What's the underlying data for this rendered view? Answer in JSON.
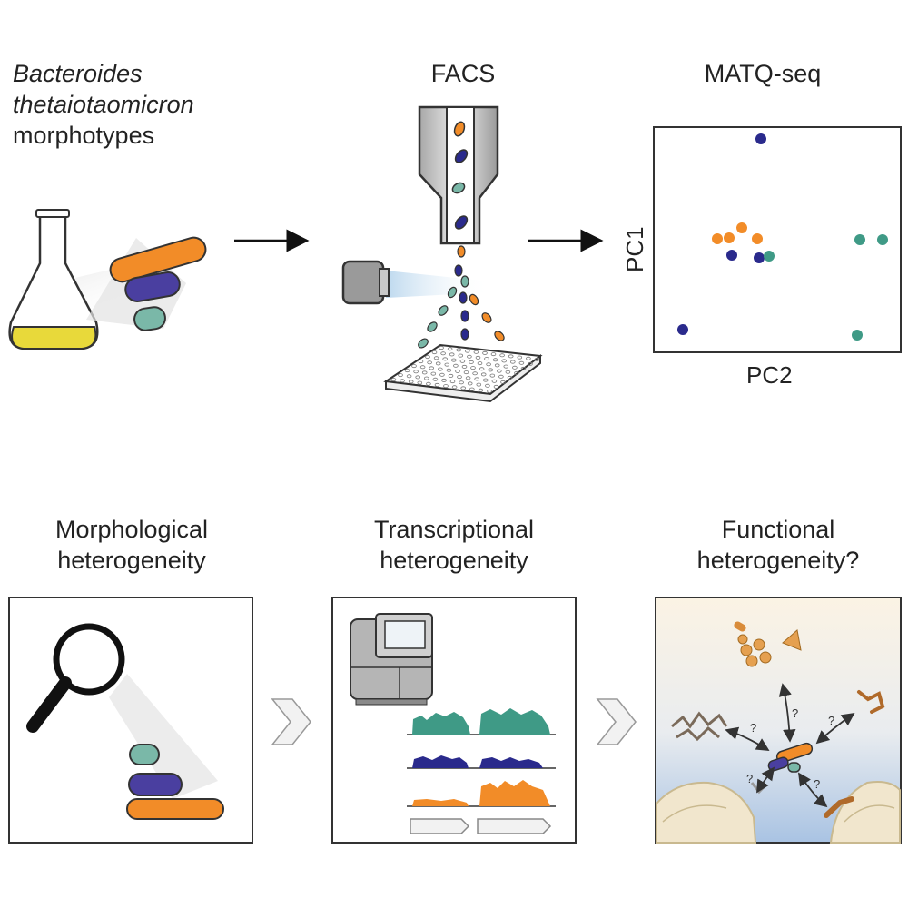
{
  "top": {
    "organism_line1": "Bacteroides",
    "organism_line2": "thetaiotaomicron",
    "organism_line3": "morphotypes",
    "facs_title": "FACS",
    "matq_title": "MATQ-seq"
  },
  "scatter": {
    "xlabel": "PC2",
    "ylabel": "PC1",
    "colors": {
      "orange": "#f28c28",
      "navy": "#2a2a8c",
      "teal": "#3f9a86"
    }
  },
  "bottom": {
    "morph_line1": "Morphological",
    "morph_line2": "heterogeneity",
    "trans_line1": "Transcriptional",
    "trans_line2": "heterogeneity",
    "func_line1": "Functional",
    "func_line2": "heterogeneity?",
    "question_mark": "?"
  }
}
